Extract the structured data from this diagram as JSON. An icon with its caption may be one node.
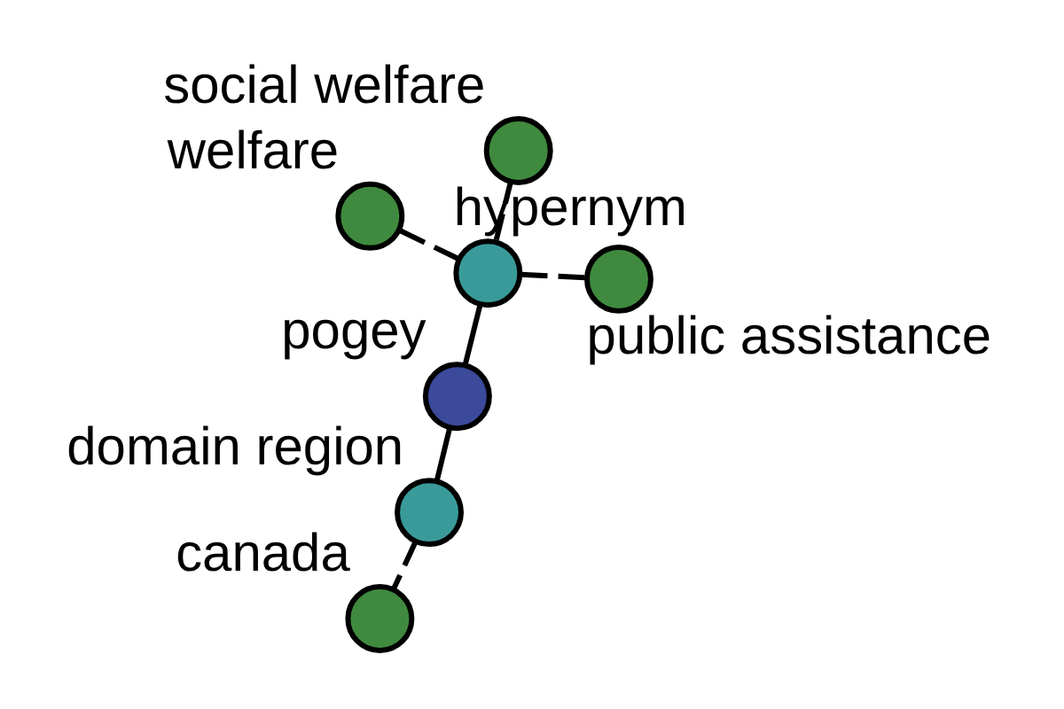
{
  "diagram": {
    "nodes": [
      {
        "text": [],
        "shape": "circle",
        "beside": [
          "pogey"
        ]
      },
      {
        "text": [],
        "shape": "circle",
        "beside": [
          "hypernym"
        ]
      },
      {
        "text": [],
        "shape": "circle",
        "beside": [
          "domain region"
        ]
      },
      {
        "text": [],
        "shape": "circle",
        "beside": [
          "social welfare"
        ]
      },
      {
        "text": [],
        "shape": "circle",
        "beside": [
          "public assistance"
        ]
      },
      {
        "text": [],
        "shape": "circle",
        "beside": [
          "welfare"
        ]
      },
      {
        "text": [],
        "shape": "circle",
        "beside": [
          "canada"
        ]
      }
    ],
    "edges": [
      {
        "from": 0,
        "to": 1,
        "arrow": "none"
      },
      {
        "from": 0,
        "to": 2,
        "arrow": "none"
      },
      {
        "from": 1,
        "to": 3,
        "arrow": "none",
        "style": "dashed"
      },
      {
        "from": 1,
        "to": 4,
        "arrow": "none",
        "style": "dashed"
      },
      {
        "from": 1,
        "to": 5,
        "arrow": "none",
        "style": "dashed"
      },
      {
        "from": 2,
        "to": 6,
        "arrow": "none",
        "style": "dashed"
      }
    ]
  }
}
